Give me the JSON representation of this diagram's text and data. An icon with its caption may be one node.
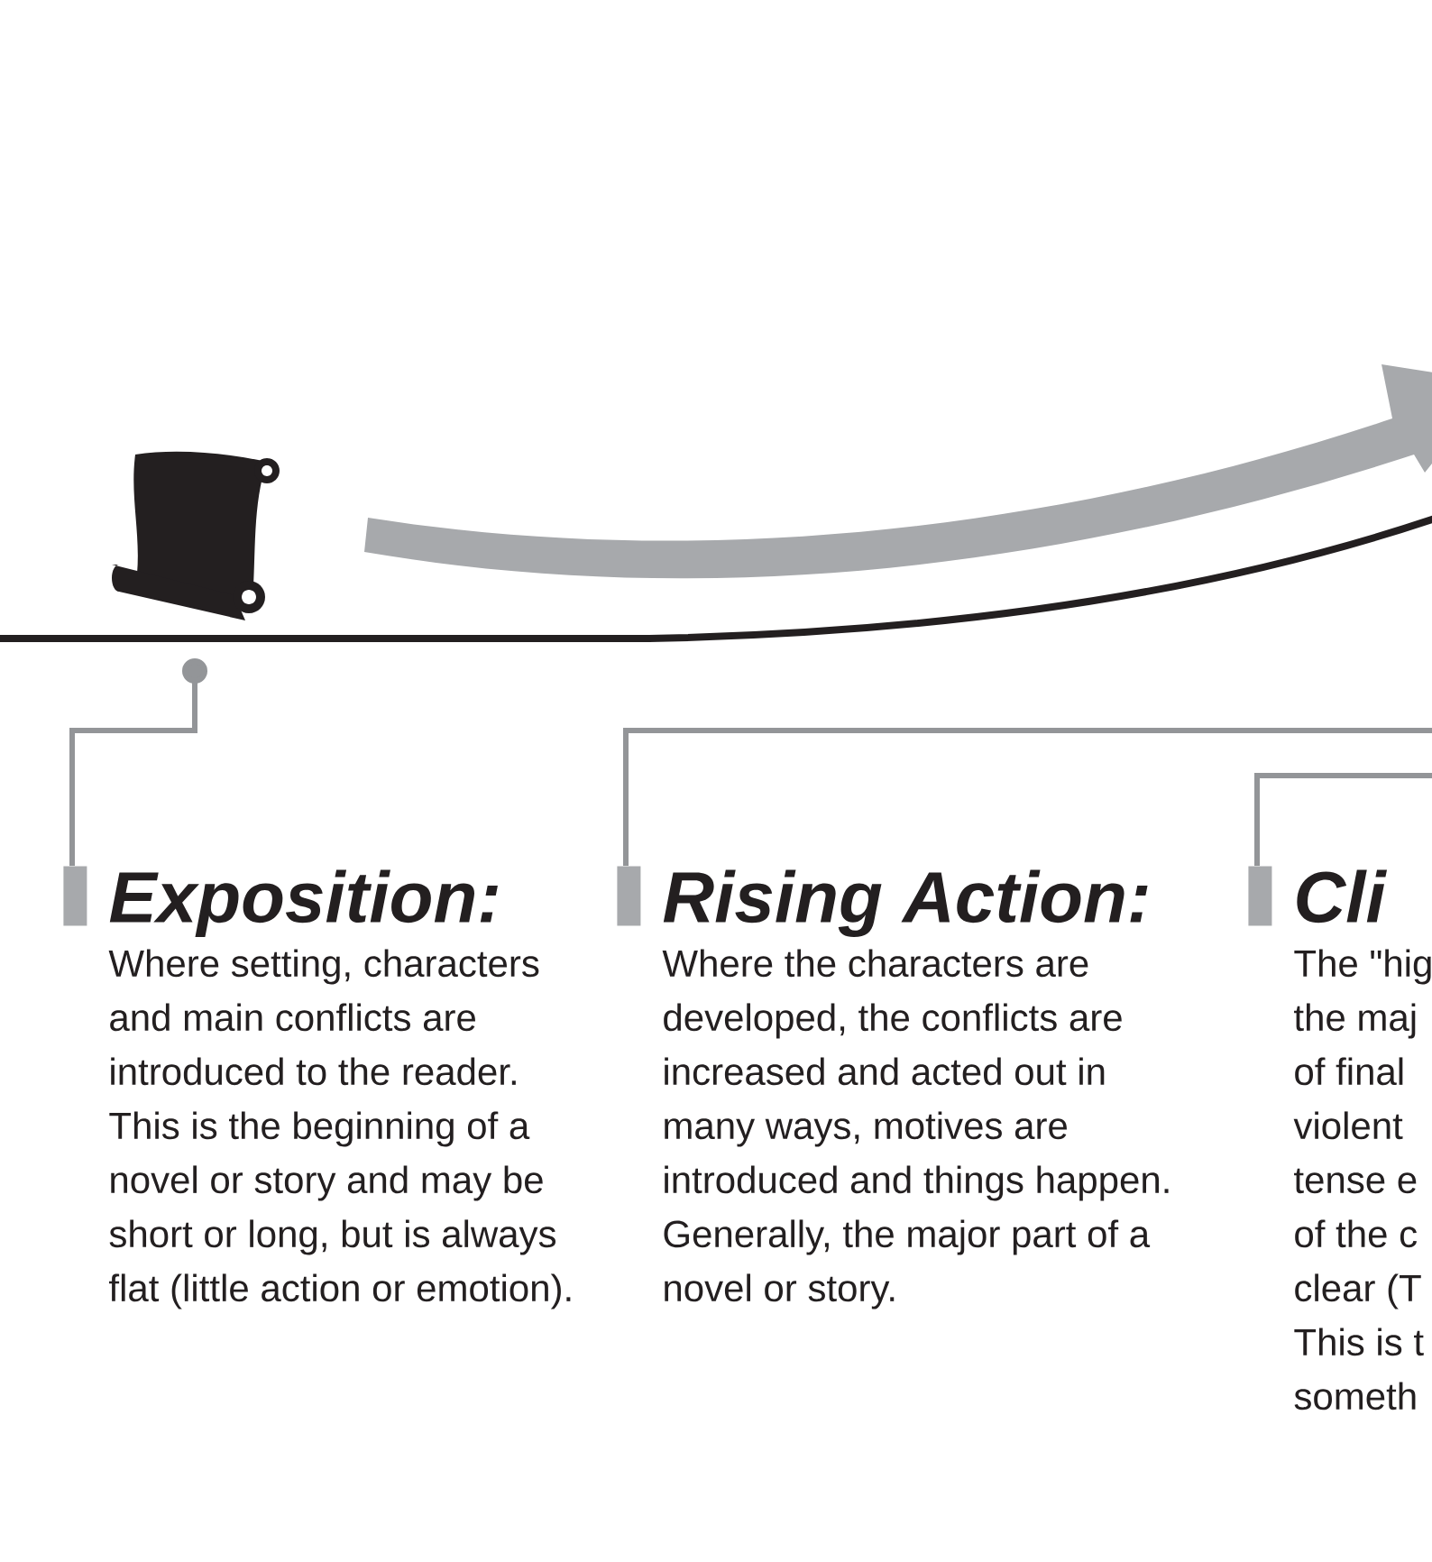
{
  "diagram": {
    "nodes": [
      {
        "text": [
          "Exposition:",
          "Where setting, characters and main conflicts are introduced to the reader. This is the beginning of a novel or story and may be short or long, but is always flat (little action or emotion)."
        ]
      },
      {
        "text": [
          "Rising Action:",
          "Where the characters are developed, the conflicts are increased and acted out in many ways, motives are introduced and things happen. Generally, the major part of a novel or story."
        ]
      },
      {
        "text": [
          "Cli",
          "The \"hig the maj of final violent tense e of the c clear (T This is t someth"
        ]
      }
    ],
    "edges": [
      {
        "from": 0,
        "to": null,
        "arrow": "other"
      },
      {
        "from": 1,
        "to": null,
        "arrow": "none"
      },
      {
        "from": 2,
        "to": null,
        "arrow": "none"
      }
    ]
  }
}
